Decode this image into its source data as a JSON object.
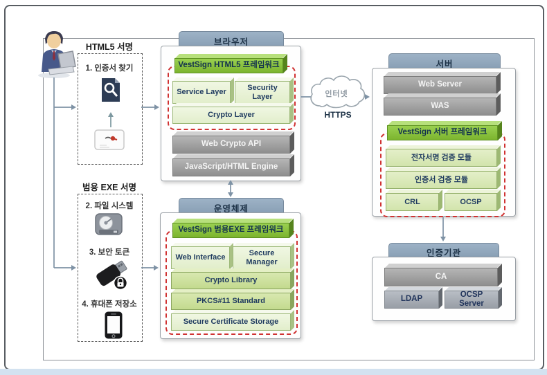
{
  "palette": {
    "tab_bg": "#8ca2b7",
    "green_header": "#8cc63e",
    "pale_module": "#e7f0d4",
    "mid_module": "#cbe09c",
    "server_module": "#dcebc0",
    "gray_box": "#9b9b9b",
    "red_dashed": "#d03232",
    "arrow": "#7f93a6"
  },
  "icons": {
    "user": "user-at-laptop-icon",
    "certificate_search": "certificate-search-icon",
    "security_card": "security-card-icon",
    "file_system": "hard-disk-icon",
    "security_token": "usb-token-lock-icon",
    "phone_storage": "smartphone-icon",
    "network": "cloud-icon"
  },
  "left": {
    "html5_sign": {
      "title": "HTML5 서명",
      "step1": "1. 인증서 찾기"
    },
    "exe_sign": {
      "title": "범용 EXE 서명",
      "step2": "2. 파일 시스템",
      "step3": "3. 보안 토큰",
      "step4": "4. 휴대폰 저장소"
    }
  },
  "browser": {
    "tab": "브라우저",
    "framework": "VestSign HTML5 프레임워크",
    "layers": [
      "Service Layer",
      "Security Layer",
      "Crypto Layer"
    ],
    "engine": [
      "Web Crypto API",
      "JavaScript/HTML Engine"
    ]
  },
  "os": {
    "tab": "운영체제",
    "framework": "VestSign 범용EXE 프레임워크",
    "modules": [
      "Web Interface",
      "Secure Manager",
      "Crypto Library",
      "PKCS#11 Standard",
      "Secure Certificate Storage"
    ]
  },
  "network": {
    "cloud": "인터넷",
    "protocol": "HTTPS"
  },
  "server": {
    "tab": "서버",
    "stack": [
      "Web Server",
      "WAS"
    ],
    "framework": "VestSign 서버 프레임워크",
    "modules": [
      "전자서명 검증 모듈",
      "인증서 검증 모듈",
      "CRL",
      "OCSP"
    ]
  },
  "ca": {
    "tab": "인증기관",
    "root": "CA",
    "services": [
      "LDAP",
      "OCSP Server"
    ]
  }
}
